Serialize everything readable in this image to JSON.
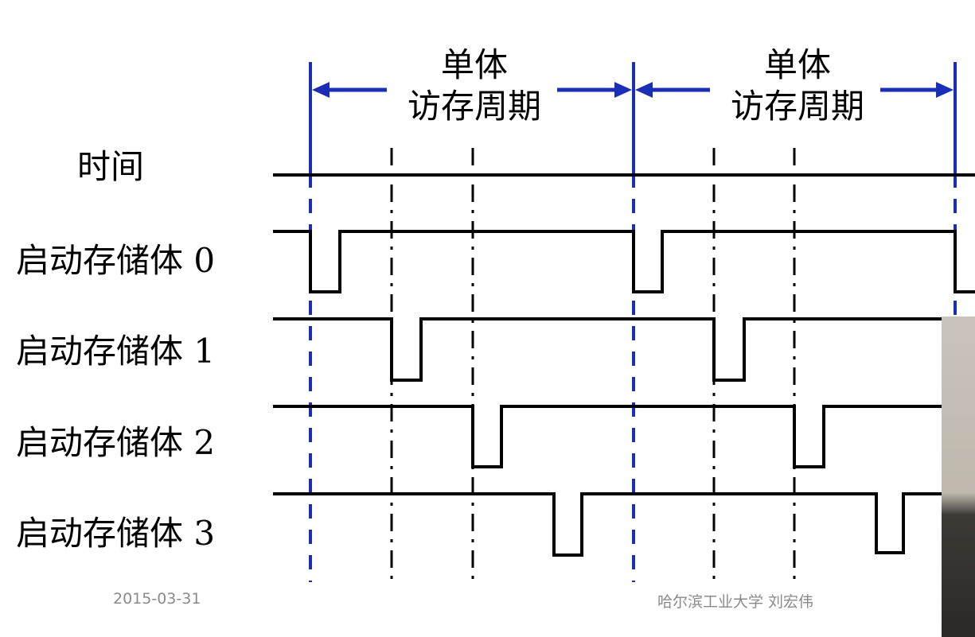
{
  "labels": {
    "time": "时间",
    "banks": [
      "启动存储体 0",
      "启动存储体 1",
      "启动存储体 2",
      "启动存储体 3"
    ]
  },
  "period": {
    "line1": "单体",
    "line2": "访存周期"
  },
  "footer": {
    "date": "2015-03-31",
    "author": "哈尔滨工业大学  刘宏伟"
  },
  "colors": {
    "signal": "#000000",
    "period_marker": "#1a2fb5",
    "footer_text": "#8a8a8a"
  }
}
